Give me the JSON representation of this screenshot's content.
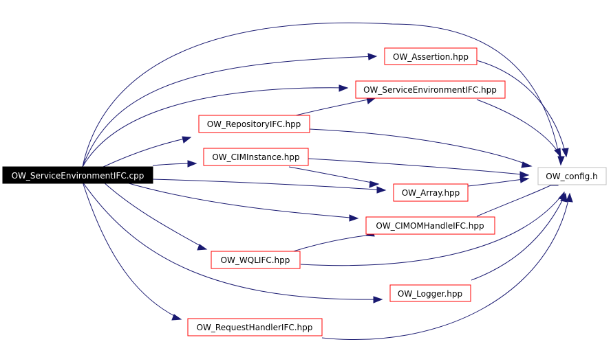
{
  "nodes": {
    "root": "OW_ServiceEnvironmentIFC.cpp",
    "assertion": "OW_Assertion.hpp",
    "serviceenv": "OW_ServiceEnvironmentIFC.hpp",
    "repository": "OW_RepositoryIFC.hpp",
    "ciminstance": "OW_CIMInstance.hpp",
    "config": "OW_config.h",
    "array": "OW_Array.hpp",
    "cimomhandle": "OW_CIMOMHandleIFC.hpp",
    "wqlifc": "OW_WQLIFC.hpp",
    "logger": "OW_Logger.hpp",
    "requesthandler": "OW_RequestHandlerIFC.hpp"
  },
  "colors": {
    "edge": "#191970",
    "node_border": "#ff0000",
    "root_fill": "#000000",
    "leaf_border": "#bfbfbf"
  }
}
